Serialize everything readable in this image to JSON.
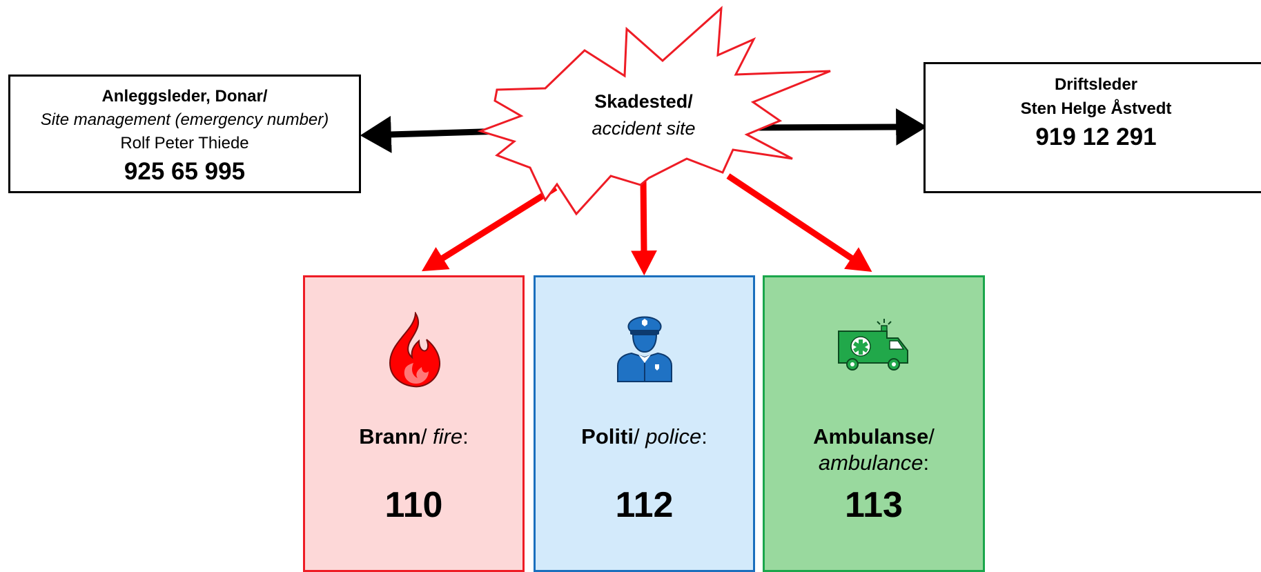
{
  "accident": {
    "title": "Skadested/",
    "subtitle": "accident site"
  },
  "site_manager": {
    "title": "Anleggsleder, Donar/",
    "subtitle": "Site management (emergency number)",
    "name": "Rolf Peter Thiede",
    "phone": "925 65 995"
  },
  "operations_manager": {
    "title": "Driftsleder",
    "name": "Sten Helge Åstvedt",
    "phone": "919 12 291"
  },
  "services": {
    "fire": {
      "label_no": "Brann",
      "label_en": "fire",
      "number": "110",
      "icon": "fire-icon",
      "border": "#ee1c25",
      "fill": "#fdd8d8",
      "icon_color": "#ff0000"
    },
    "police": {
      "label_no": "Politi",
      "label_en": "police",
      "number": "112",
      "icon": "police-officer-icon",
      "border": "#1a6fbd",
      "fill": "#d3eafb",
      "icon_color": "#1f72c4"
    },
    "ambulance": {
      "label_no": "Ambulanse",
      "label_en": "ambulance",
      "number": "113",
      "icon": "ambulance-icon",
      "border": "#1aa64b",
      "fill": "#99d99e",
      "icon_color": "#21a84a"
    }
  },
  "colors": {
    "burst_stroke": "#ee1c25",
    "red_arrow": "#ff0000",
    "black_arrow": "#000000"
  }
}
